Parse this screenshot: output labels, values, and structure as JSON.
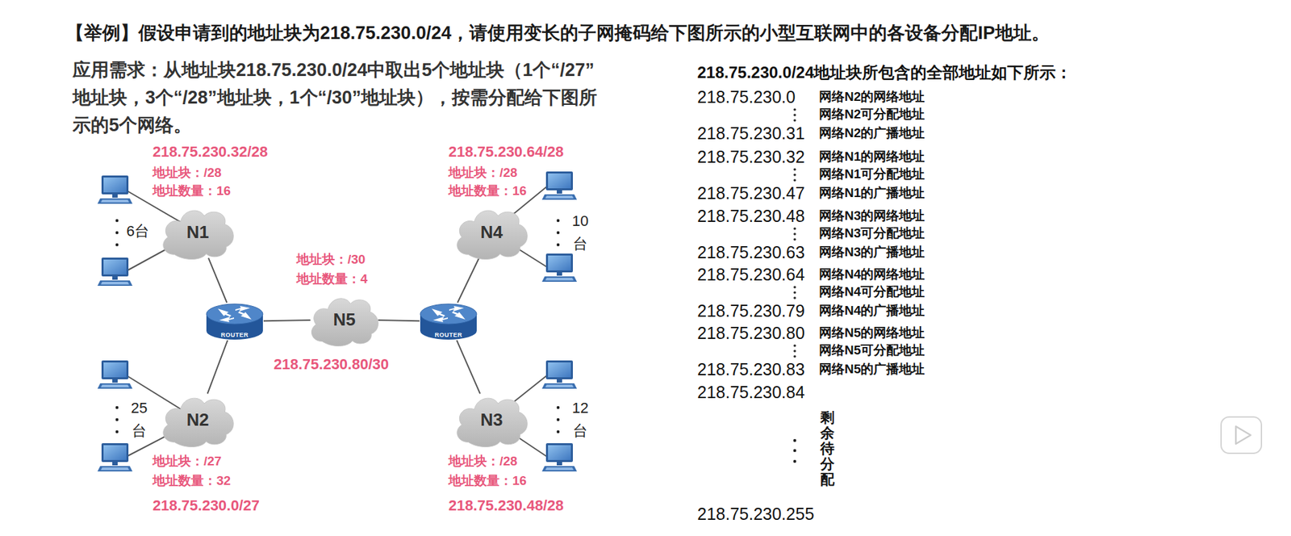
{
  "diagram": {
    "title": "【举例】假设申请到的地址块为218.75.230.0/24，请使用变长的子网掩码给下图所示的小型互联网中的各设备分配IP地址。",
    "nodes": [
      {
        "text": [
          "N1"
        ]
      },
      {
        "text": [
          "N4"
        ]
      },
      {
        "text": [
          "ROUTER"
        ]
      },
      {
        "text": [
          "N5"
        ]
      },
      {
        "text": [
          "ROUTER"
        ]
      },
      {
        "text": [
          "N2"
        ]
      },
      {
        "text": [
          "N3"
        ]
      }
    ],
    "edges": [
      {
        "from": 0,
        "to": 2,
        "arrow": "none"
      },
      {
        "from": 2,
        "to": 3,
        "arrow": "none"
      },
      {
        "from": 3,
        "to": 4,
        "arrow": "none"
      },
      {
        "from": 4,
        "to": 1,
        "arrow": "none"
      },
      {
        "from": 2,
        "to": 5,
        "arrow": "none"
      },
      {
        "from": 4,
        "to": 6,
        "arrow": "none"
      }
    ],
    "labels": [
      "应用需求：从地址块218.75.230.0/24中取出5个地址块（1个“/27”地址块，3个“/28”地址块，1个“/30”地址块），按需分配给下图所示的5个网络。",
      "218.75.230.32/28",
      "地址块：/28",
      "地址数量：16",
      "218.75.230.64/28",
      "地址块：/28",
      "地址数量：16",
      "6台",
      "10 台",
      "地址块：/30",
      "地址数量：4",
      "218.75.230.80/30",
      "25 台",
      "12 台",
      "地址块：/27",
      "地址数量：32",
      "218.75.230.0/27",
      "地址块：/28",
      "地址数量：16",
      "218.75.230.48/28",
      "218.75.230.0/24地址块所包含的全部地址如下所示：",
      "218.75.230.0",
      "网络N2的网络地址",
      "网络N2可分配地址",
      "218.75.230.31",
      "网络N2的广播地址",
      "218.75.230.32",
      "网络N1的网络地址",
      "网络N1可分配地址",
      "218.75.230.47",
      "网络N1的广播地址",
      "218.75.230.48",
      "网络N3的网络地址",
      "网络N3可分配地址",
      "218.75.230.63",
      "网络N3的广播地址",
      "218.75.230.64",
      "网络N4的网络地址",
      "网络N4可分配地址",
      "218.75.230.79",
      "网络N4的广播地址",
      "218.75.230.80",
      "网络N5的网络地址",
      "网络N5可分配地址",
      "218.75.230.83",
      "网络N5的广播地址",
      "218.75.230.84",
      "剩余待分配",
      "218.75.230.255"
    ]
  }
}
